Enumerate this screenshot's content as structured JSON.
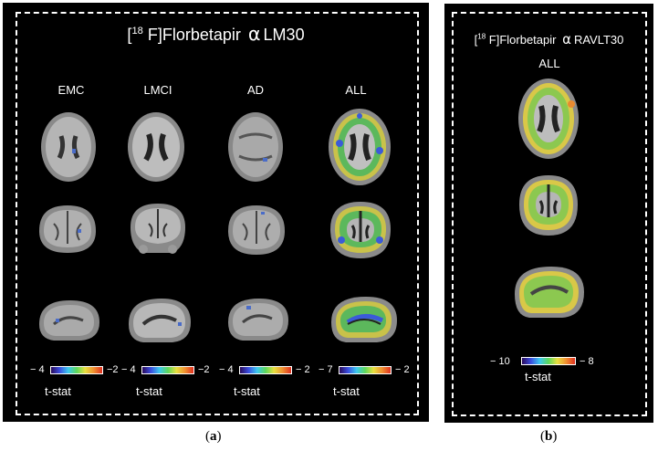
{
  "panel_a": {
    "title_prefix": "[",
    "title_sup": "18",
    "title_rest": " F]Florbetapir ",
    "title_alpha": "α",
    "title_suffix": "LM30",
    "columns": [
      "EMC",
      "LMCI",
      "AD",
      "ALL"
    ],
    "colorbars": [
      {
        "min": "− 4",
        "max": "−2",
        "label": "t-stat"
      },
      {
        "min": "− 4",
        "max": "−2",
        "label": "t-stat"
      },
      {
        "min": "− 4",
        "max": "− 2",
        "label": "t-stat"
      },
      {
        "min": "− 7",
        "max": "− 2",
        "label": "t-stat"
      }
    ]
  },
  "panel_b": {
    "title_prefix": "[",
    "title_sup": "18",
    "title_rest": " F]Florbetapir ",
    "title_alpha": "α",
    "title_suffix": "RAVLT30",
    "column": "ALL",
    "colorbar": {
      "min": "− 10",
      "max": "− 8",
      "label": "t-stat"
    }
  },
  "captions": {
    "a": "a",
    "b": "b"
  },
  "colors": {
    "background": "#000000",
    "border": "#ffffff",
    "caption": "#000000"
  }
}
